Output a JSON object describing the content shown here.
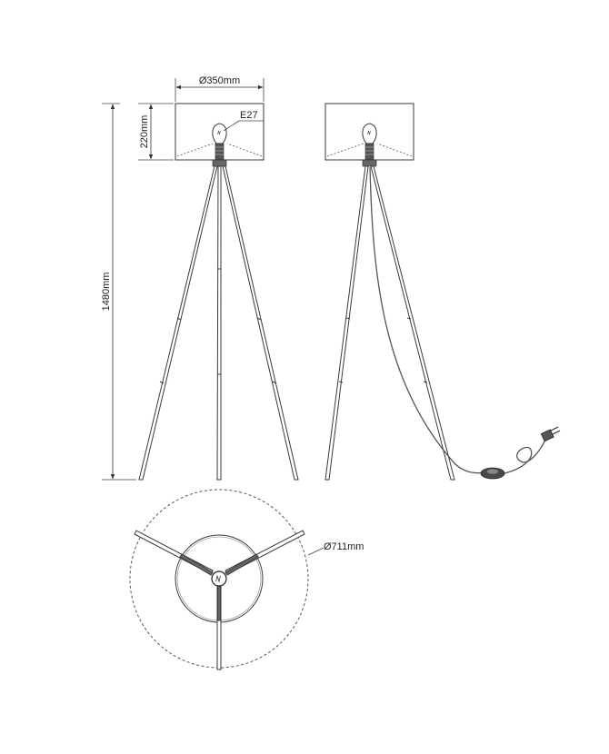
{
  "dimensions": {
    "shade_diameter": "Ø350mm",
    "shade_height": "220mm",
    "total_height": "1480mm",
    "base_diameter": "Ø711mm"
  },
  "bulb": {
    "socket": "E27"
  }
}
